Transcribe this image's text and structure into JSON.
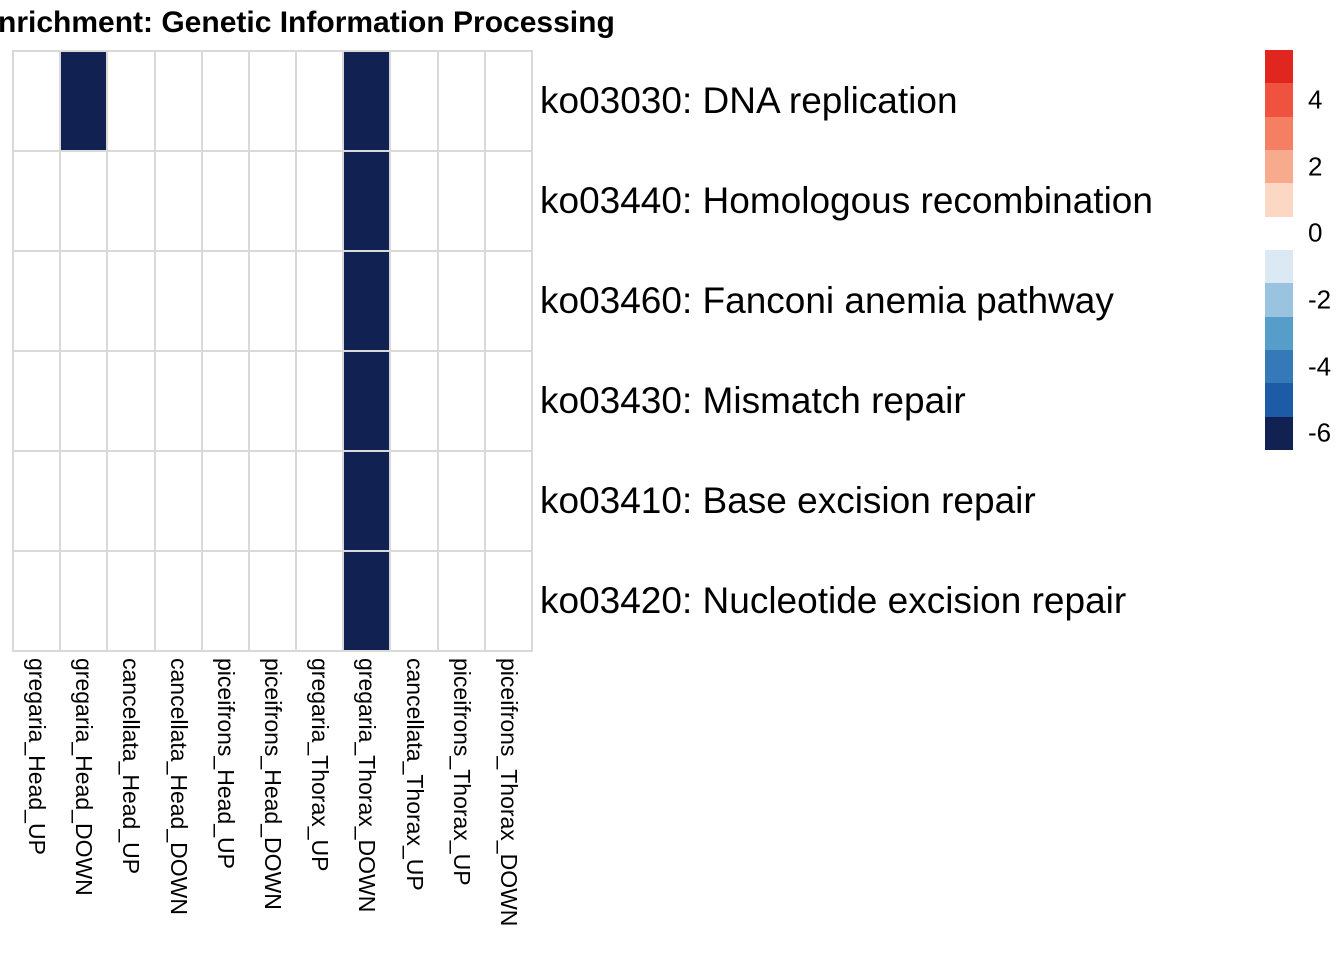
{
  "title": "nrichment: Genetic Information Processing",
  "chart_data": {
    "type": "heatmap",
    "title": "nrichment: Genetic Information Processing",
    "columns": [
      "gregaria_Head_UP",
      "gregaria_Head_DOWN",
      "cancellata_Head_UP",
      "cancellata_Head_DOWN",
      "piceifrons_Head_UP",
      "piceifrons_Head_DOWN",
      "gregaria_Thorax_UP",
      "gregaria_Thorax_DOWN",
      "cancellata_Thorax_UP",
      "piceifrons_Thorax_UP",
      "piceifrons_Thorax_DOWN"
    ],
    "rows": [
      "ko03030: DNA replication",
      "ko03440: Homologous recombination",
      "ko03460: Fanconi anemia pathway",
      "ko03430: Mismatch repair",
      "ko03410: Base excision repair",
      "ko03420: Nucleotide excision repair"
    ],
    "matrix": [
      [
        null,
        -6,
        null,
        null,
        null,
        null,
        null,
        -6,
        null,
        null,
        null
      ],
      [
        null,
        null,
        null,
        null,
        null,
        null,
        null,
        -6,
        null,
        null,
        null
      ],
      [
        null,
        null,
        null,
        null,
        null,
        null,
        null,
        -6,
        null,
        null,
        null
      ],
      [
        null,
        null,
        null,
        null,
        null,
        null,
        null,
        -6,
        null,
        null,
        null
      ],
      [
        null,
        null,
        null,
        null,
        null,
        null,
        null,
        -6,
        null,
        null,
        null
      ],
      [
        null,
        null,
        null,
        null,
        null,
        null,
        null,
        -6,
        null,
        null,
        null
      ]
    ],
    "na_color": "#ffffff",
    "gridline_color": "#d9d9d9",
    "colorscale": [
      {
        "value": 5,
        "color": "#e0261f"
      },
      {
        "value": 4,
        "color": "#ef5340"
      },
      {
        "value": 3,
        "color": "#f47f62"
      },
      {
        "value": 2,
        "color": "#f8ab8c"
      },
      {
        "value": 1,
        "color": "#fbd7c4"
      },
      {
        "value": 0,
        "color": "#ffffff"
      },
      {
        "value": -1,
        "color": "#dbe9f4"
      },
      {
        "value": -2,
        "color": "#99c3de"
      },
      {
        "value": -3,
        "color": "#569dca"
      },
      {
        "value": -4,
        "color": "#3579b8"
      },
      {
        "value": -5,
        "color": "#1d5ba6"
      },
      {
        "value": -6,
        "color": "#102152"
      }
    ],
    "legend": {
      "position": "right",
      "ticks": [
        4,
        2,
        0,
        -2,
        -4,
        -6
      ],
      "value_top": 5.5,
      "value_bottom": -6.5
    },
    "grid": true
  }
}
